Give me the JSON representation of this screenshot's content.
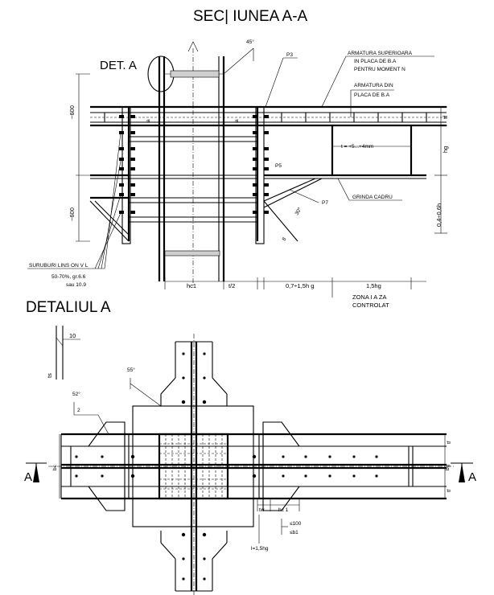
{
  "titles": {
    "section": "SEC| IUNEA  A-A",
    "detail": "DETALIUL A",
    "det_callout": "DET. A"
  },
  "section_labels": {
    "rebar_top": "ARMATURA SUPERIOARA",
    "rebar_top2": "IN PLACA DE B.A",
    "rebar_top3": "PENTRU MOMENT N",
    "rebar_slab": "ARMATURA DIN",
    "rebar_slab2": "PLACA DE B.A",
    "plate_p3": "P3",
    "plate_p7": "P7",
    "plate_p5": "P5",
    "thickness": "t = +5...+4mm",
    "frame_beam": "GRINDA CADRU",
    "dim_600_top": "~600",
    "dim_600_bot": "~600",
    "dim_right": "0,4÷0,6h",
    "dim_hg": "hg",
    "dim_tf": "tf",
    "angle_45": "45°",
    "angle_30": "30°",
    "weld_a": "a",
    "weld_8": "8",
    "stiffener": "SURUBURI LINS ON V L",
    "bolt_spec1": "50-70%, gr.6.6",
    "bolt_spec2": "sau 10.9",
    "dim_hc": "hc1",
    "dim_half": "t/2",
    "dim_07": "0,7÷1,5h g",
    "dim_15": "1,5hg",
    "zone1": "ZONA I A ZA",
    "zone2": "CONTROLAT"
  },
  "detail_labels": {
    "dim_10": "10",
    "dim_ts": "ts",
    "angle_55": "55°",
    "angle_52": "52°",
    "weld_frac": "2",
    "dim_bc": "bc",
    "dim_bg": "bg",
    "dim_tf": "tf",
    "arrow_a_left": "A",
    "arrow_a_right": "A",
    "dim_hc1": "hc 1",
    "dim_tw": "tw",
    "spec_1": "≤100",
    "spec_2": "≤b1",
    "dim_15hg": "l=1,5hg"
  }
}
